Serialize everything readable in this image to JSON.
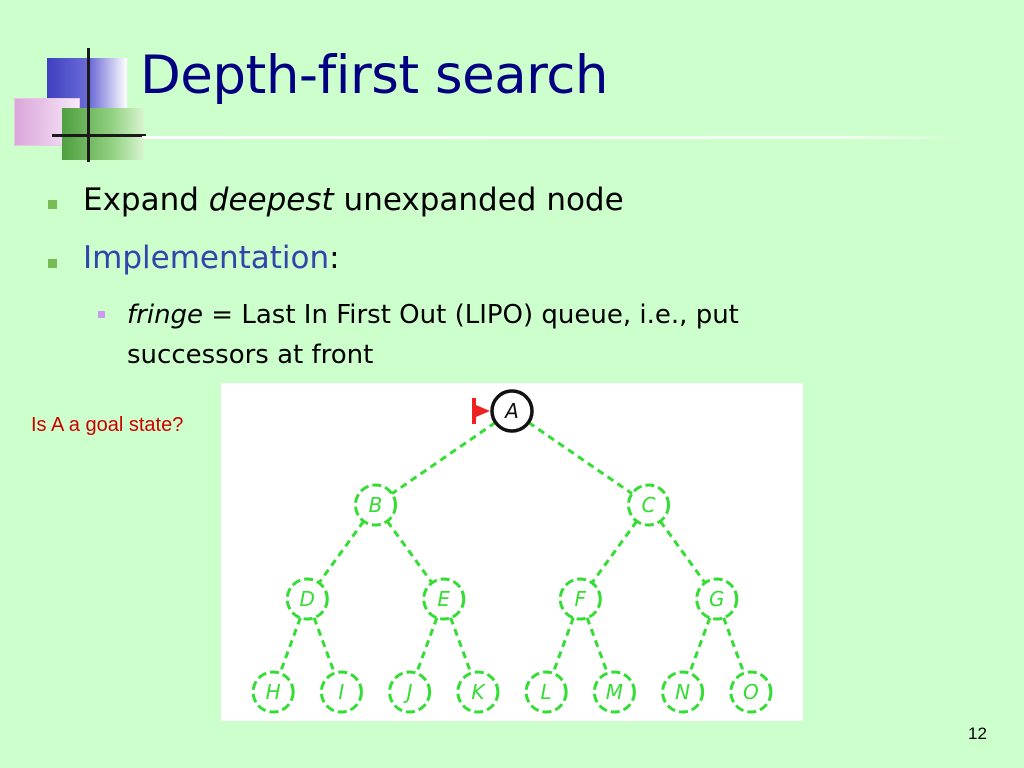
{
  "slide": {
    "title": "Depth-first search",
    "bullets": [
      {
        "pre": "Expand ",
        "em": "deepest",
        "post": " unexpanded node"
      },
      {
        "link": "Implementation",
        "post": ":"
      }
    ],
    "sub_bullet": {
      "em": "fringe",
      "line1": " = Last In First Out (LIPO) queue, i.e., put",
      "line2": "successors at front"
    },
    "note": "Is A a goal state?",
    "page_number": "12"
  },
  "tree": {
    "nodes": [
      {
        "id": "A",
        "label": "A",
        "level": 0,
        "index": 0,
        "state": "current"
      },
      {
        "id": "B",
        "label": "B",
        "level": 1,
        "index": 0,
        "state": "unexplored"
      },
      {
        "id": "C",
        "label": "C",
        "level": 1,
        "index": 1,
        "state": "unexplored"
      },
      {
        "id": "D",
        "label": "D",
        "level": 2,
        "index": 0,
        "state": "unexplored"
      },
      {
        "id": "E",
        "label": "E",
        "level": 2,
        "index": 1,
        "state": "unexplored"
      },
      {
        "id": "F",
        "label": "F",
        "level": 2,
        "index": 2,
        "state": "unexplored"
      },
      {
        "id": "G",
        "label": "G",
        "level": 2,
        "index": 3,
        "state": "unexplored"
      },
      {
        "id": "H",
        "label": "H",
        "level": 3,
        "index": 0,
        "state": "unexplored"
      },
      {
        "id": "I",
        "label": "I",
        "level": 3,
        "index": 1,
        "state": "unexplored"
      },
      {
        "id": "J",
        "label": "J",
        "level": 3,
        "index": 2,
        "state": "unexplored"
      },
      {
        "id": "K",
        "label": "K",
        "level": 3,
        "index": 3,
        "state": "unexplored"
      },
      {
        "id": "L",
        "label": "L",
        "level": 3,
        "index": 4,
        "state": "unexplored"
      },
      {
        "id": "M",
        "label": "M",
        "level": 3,
        "index": 5,
        "state": "unexplored"
      },
      {
        "id": "N",
        "label": "N",
        "level": 3,
        "index": 6,
        "state": "unexplored"
      },
      {
        "id": "O",
        "label": "O",
        "level": 3,
        "index": 7,
        "state": "unexplored"
      }
    ],
    "edges": [
      [
        "A",
        "B"
      ],
      [
        "A",
        "C"
      ],
      [
        "B",
        "D"
      ],
      [
        "B",
        "E"
      ],
      [
        "C",
        "F"
      ],
      [
        "C",
        "G"
      ],
      [
        "D",
        "H"
      ],
      [
        "D",
        "I"
      ],
      [
        "E",
        "J"
      ],
      [
        "E",
        "K"
      ],
      [
        "F",
        "L"
      ],
      [
        "F",
        "M"
      ],
      [
        "G",
        "N"
      ],
      [
        "G",
        "O"
      ]
    ],
    "marker_on": "A",
    "colors": {
      "current": "#111111",
      "unexplored": "#33dd33",
      "marker": "#ee2222"
    }
  }
}
